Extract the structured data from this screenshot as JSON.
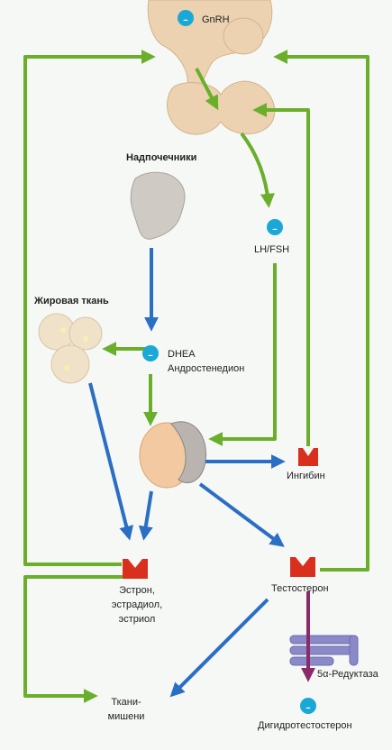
{
  "labels": {
    "gnrh": "GnRH",
    "adrenals": "Надпочечники",
    "lh_fsh": "LH/FSH",
    "adipose": "Жировая ткань",
    "dhea": "DHEA",
    "androstenedione": "Андростенедион",
    "inhibin": "Ингибин",
    "estrogens_line1": "Эстрон,",
    "estrogens_line2": "эстрадиол,",
    "estrogens_line3": "эстриол",
    "testosterone": "Тестостерон",
    "reductase": "5α-Редуктаза",
    "targets_line1": "Ткани-",
    "targets_line2": "мишени",
    "dht": "Дигидротестостерон"
  },
  "colors": {
    "green_arrow": "#6aae2a",
    "blue_arrow": "#2a6fc4",
    "purple_arrow": "#8a2a6a",
    "receptor_red": "#d9301e",
    "hormone_cyan": "#1aa9d6",
    "tissue_beige": "#ecd2b0"
  }
}
